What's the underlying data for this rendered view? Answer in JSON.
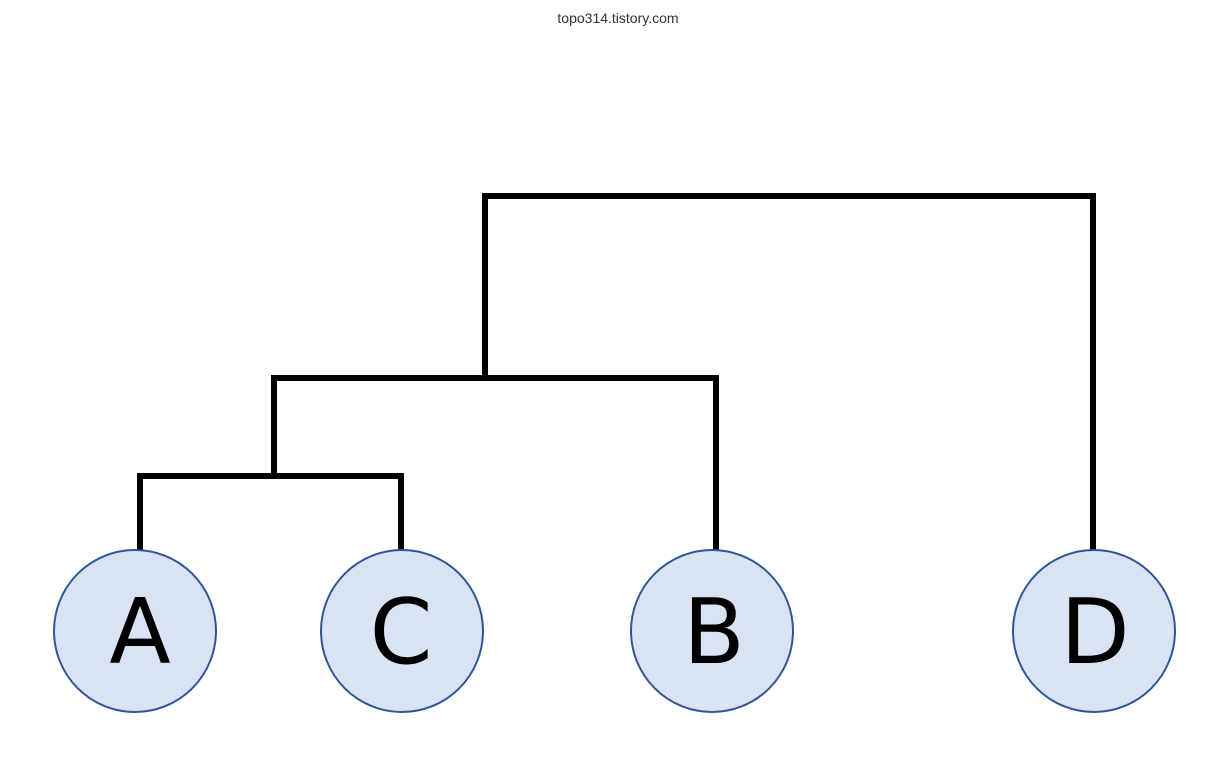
{
  "watermark": "topo314.tistory.com",
  "nodes": {
    "a": {
      "label": "A"
    },
    "c": {
      "label": "C"
    },
    "b": {
      "label": "B"
    },
    "d": {
      "label": "D"
    }
  },
  "colors": {
    "node_fill": "#dae3f3",
    "node_stroke": "#2f5597",
    "branch": "#000000",
    "label": "#000000"
  }
}
